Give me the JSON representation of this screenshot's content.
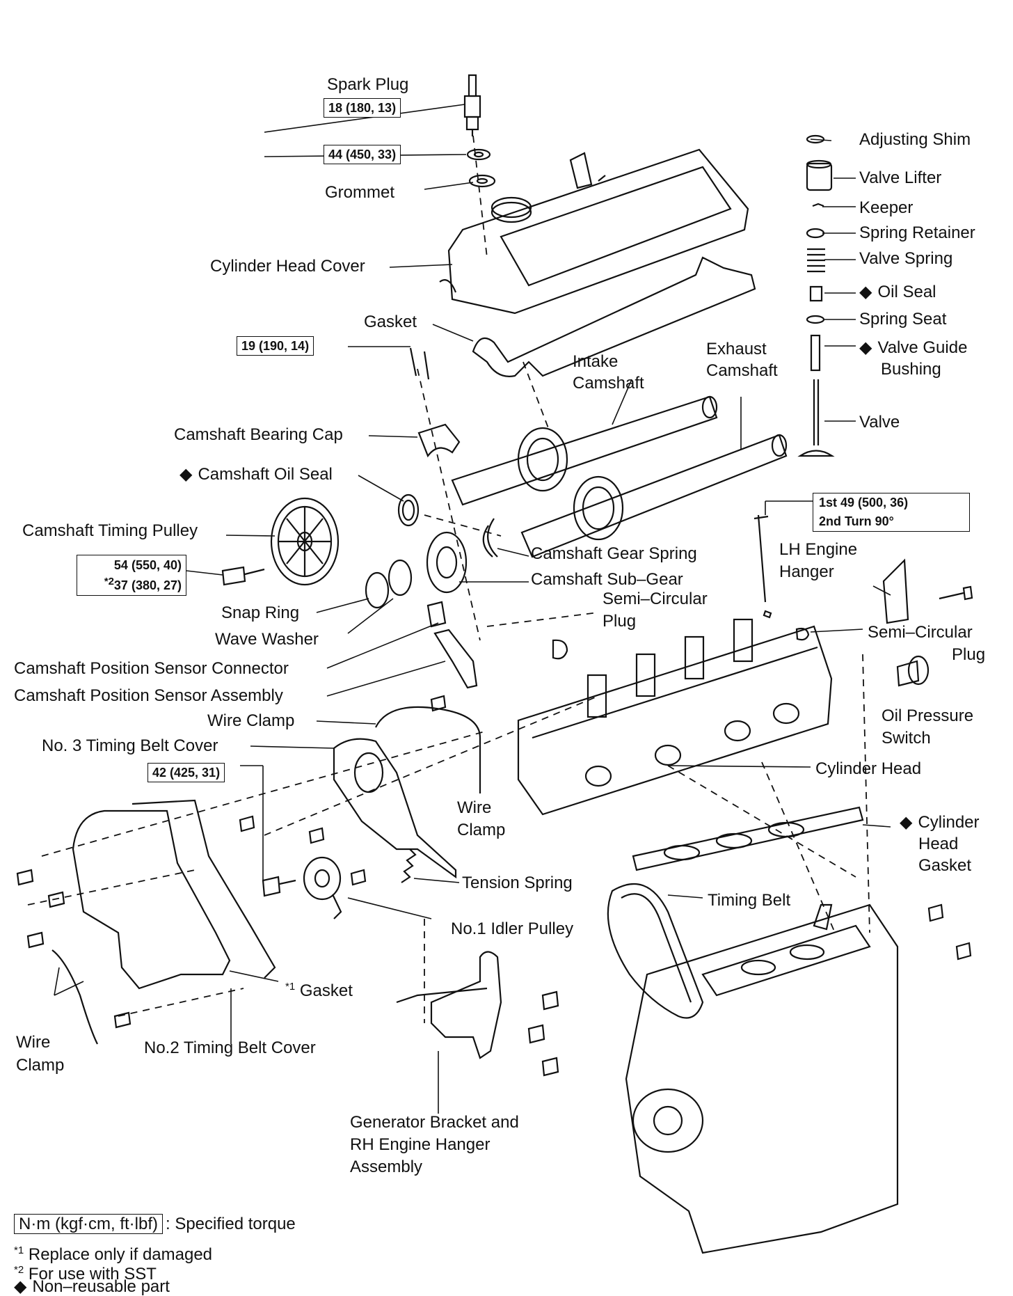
{
  "labels": {
    "spark_plug": "Spark Plug",
    "grommet": "Grommet",
    "cylinder_head_cover": "Cylinder Head Cover",
    "gasket": "Gasket",
    "intake_camshaft_1": "Intake",
    "intake_camshaft_2": "Camshaft",
    "exhaust_camshaft_1": "Exhaust",
    "exhaust_camshaft_2": "Camshaft",
    "camshaft_bearing_cap": "Camshaft Bearing Cap",
    "camshaft_oil_seal": "Camshaft Oil Seal",
    "camshaft_timing_pulley": "Camshaft Timing Pulley",
    "camshaft_gear_spring": "Camshaft Gear Spring",
    "camshaft_sub_gear": "Camshaft Sub–Gear",
    "snap_ring": "Snap Ring",
    "wave_washer": "Wave Washer",
    "semi_circular_plug_1a": "Semi–Circular",
    "semi_circular_plug_1b": "Plug",
    "lh_engine_hanger_1": "LH  Engine",
    "lh_engine_hanger_2": "Hanger",
    "semi_circular_plug_2a": "Semi–Circular",
    "semi_circular_plug_2b": "Plug",
    "cam_position_sensor_connector": "Camshaft Position Sensor Connector",
    "cam_position_sensor_assembly": "Camshaft Position Sensor Assembly",
    "wire_clamp_top": "Wire Clamp",
    "no3_timing_belt_cover": "No. 3 Timing Belt Cover",
    "oil_pressure_switch_1": "Oil  Pressure",
    "oil_pressure_switch_2": "Switch",
    "cylinder_head": "Cylinder Head",
    "wire_clamp_mid_1": "Wire",
    "wire_clamp_mid_2": "Clamp",
    "cylinder_head_gasket_1": "Cylinder",
    "cylinder_head_gasket_2": "Head",
    "cylinder_head_gasket_3": "Gasket",
    "tension_spring": "Tension Spring",
    "timing_belt": "Timing Belt",
    "no1_idler_pulley": "No.1 Idler Pulley",
    "gasket_star1": "Gasket",
    "wire_clamp_left_1": "Wire",
    "wire_clamp_left_2": "Clamp",
    "no2_timing_belt_cover": "No.2 Timing Belt Cover",
    "generator_bracket_1": "Generator Bracket and",
    "generator_bracket_2": "RH Engine Hanger",
    "generator_bracket_3": "Assembly"
  },
  "parts_legend": {
    "adjusting_shim": "Adjusting Shim",
    "valve_lifter": "Valve Lifter",
    "keeper": "Keeper",
    "spring_retainer": "Spring Retainer",
    "valve_spring": "Valve Spring",
    "oil_seal": "Oil Seal",
    "spring_seat": "Spring Seat",
    "valve_guide_bushing_1": "Valve Guide",
    "valve_guide_bushing_2": "Bushing",
    "valve": "Valve"
  },
  "torque": {
    "spark_plug": "18 (180, 13)",
    "grommet": "44 (450, 33)",
    "bearing_cap": "19 (190, 14)",
    "head_bolt_1": "1st 49 (500, 36)",
    "head_bolt_2": "2nd Turn 90°",
    "pulley_1": "54 (550, 40)",
    "pulley_2_mark": "*2",
    "pulley_2": "37 (380, 27)",
    "idler": "42 (425, 31)"
  },
  "notes": {
    "star1": "*1",
    "torque_box": "N·m (kgf·cm, ft·lbf)",
    "torque_text": ": Specified torque",
    "note1_mark": "*1",
    "note1": " Replace only if damaged",
    "note2_mark": "*2",
    "note2": " For use with SST",
    "note3": "Non–reusable part"
  }
}
